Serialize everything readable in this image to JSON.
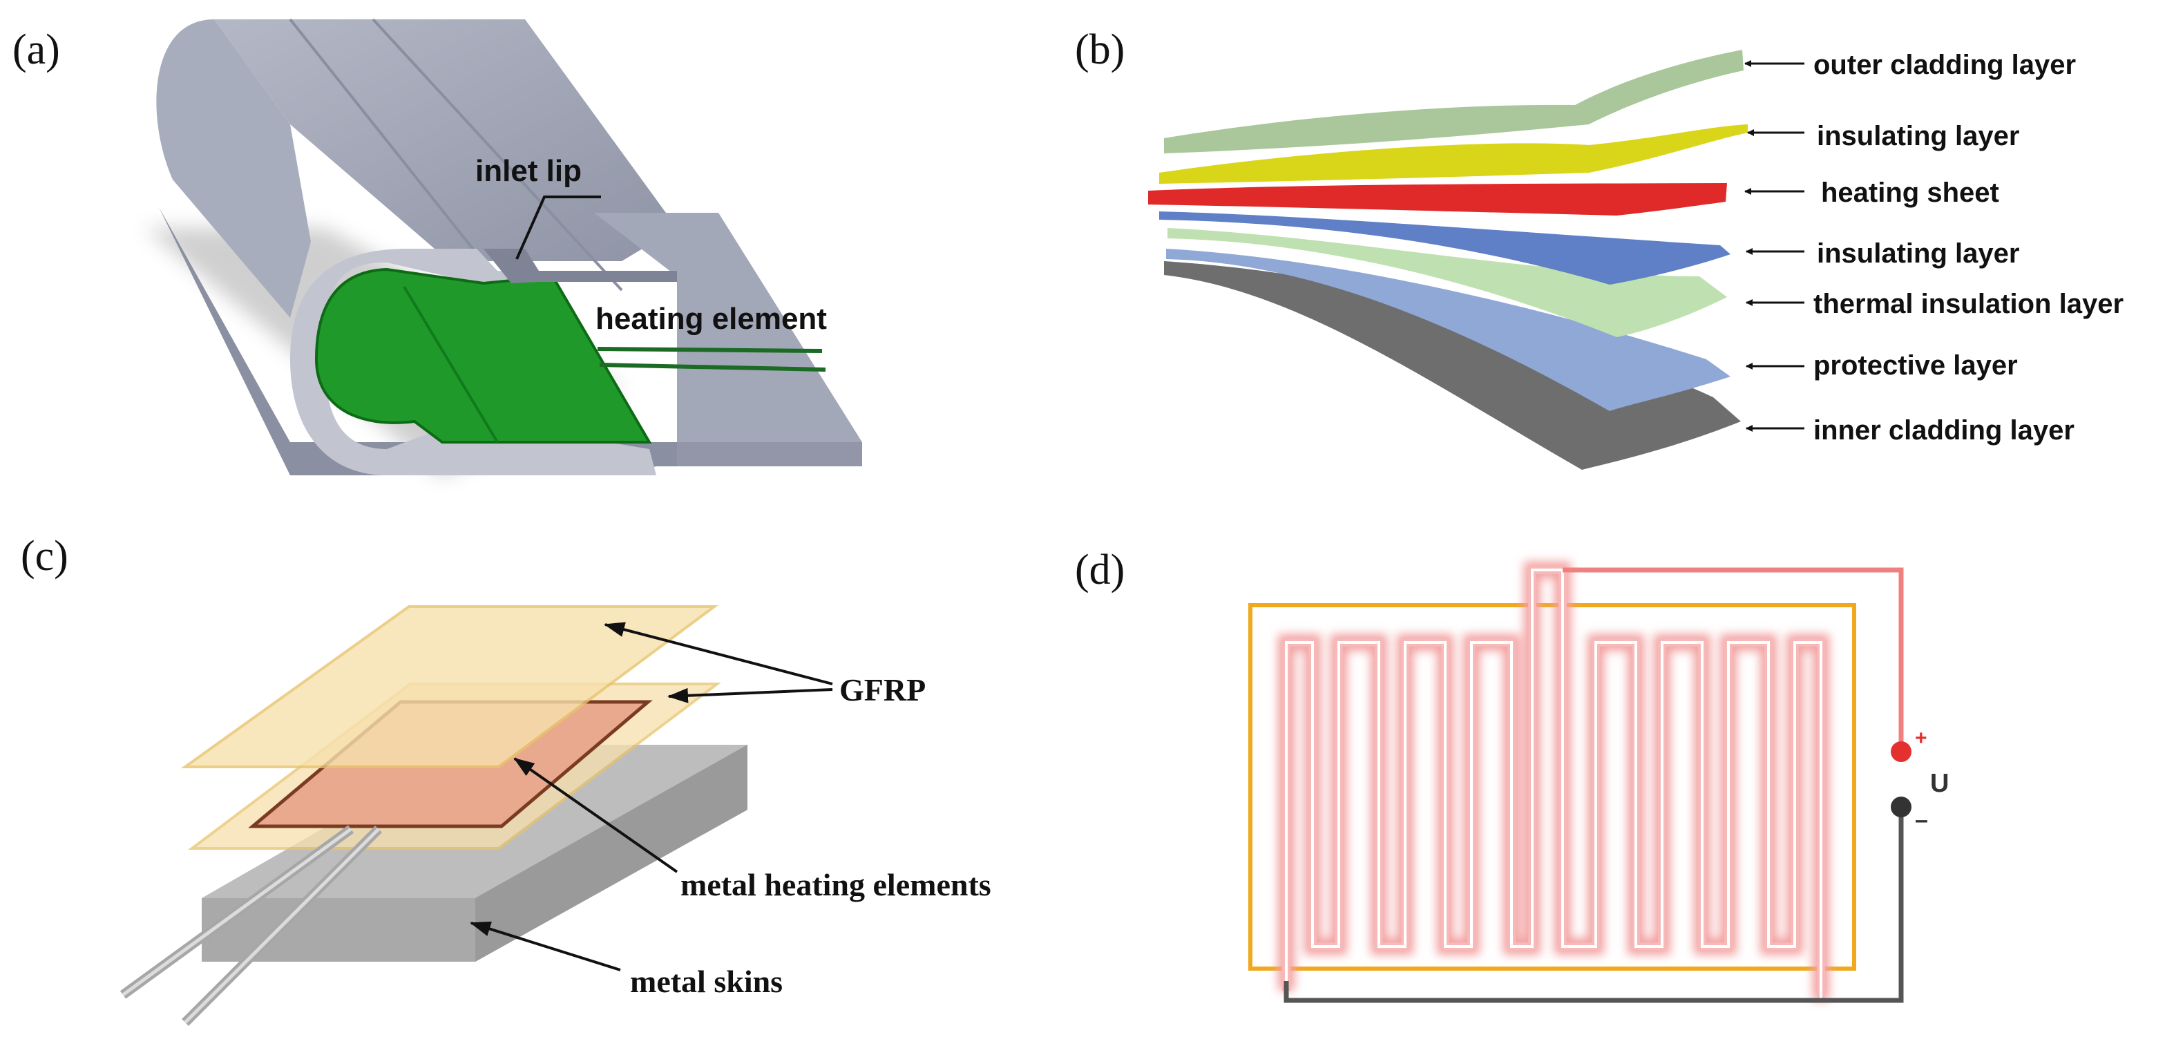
{
  "panels": {
    "a": {
      "label": "(a)",
      "annotations": {
        "inlet_lip": "inlet lip",
        "heating_element": "heating element"
      },
      "colors": {
        "body": "#9ea3b4",
        "heater": "#1f9a2a"
      }
    },
    "b": {
      "label": "(b)",
      "layers": [
        {
          "name": "outer cladding layer",
          "color": "#a9c79a"
        },
        {
          "name": "insulating layer",
          "color": "#d9d61a"
        },
        {
          "name": "heating sheet",
          "color": "#e02a2a"
        },
        {
          "name": "insulating layer",
          "color": "#5f7fc6"
        },
        {
          "name": "thermal insulation layer",
          "color": "#bfe0b0"
        },
        {
          "name": "protective layer",
          "color": "#8fa8d6"
        },
        {
          "name": "inner cladding layer",
          "color": "#6e6e6e"
        }
      ]
    },
    "c": {
      "label": "(c)",
      "annotations": {
        "gfrp": "GFRP",
        "metal_heating_elements": "metal heating elements",
        "metal_skins": "metal skins"
      },
      "colors": {
        "gfrp": "#f7e0ad",
        "heater": "#e9a98f",
        "skin": "#b5b5b5"
      }
    },
    "d": {
      "label": "(d)",
      "voltage_label": "U",
      "plus": "+",
      "minus": "–",
      "colors": {
        "frame": "#f0a81f",
        "trace": "#f6a3a3",
        "positive": "#e53030",
        "negative": "#555555"
      }
    }
  }
}
